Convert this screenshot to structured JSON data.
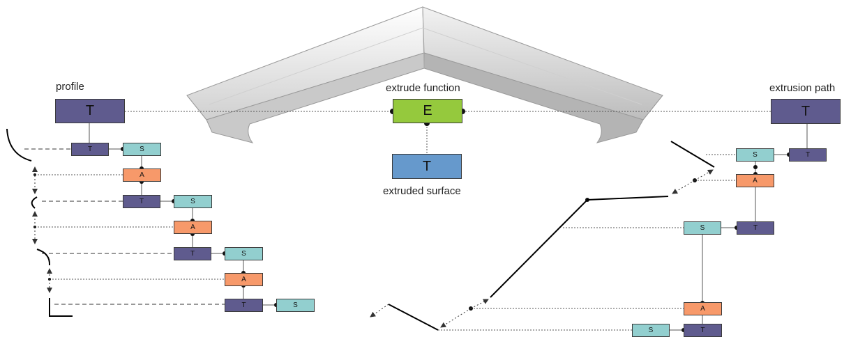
{
  "labels": {
    "profile": "profile",
    "extrude_function": "extrude function",
    "extrusion_path": "extrusion path",
    "extruded_surface": "extruded surface"
  },
  "node_letters": {
    "T": "T",
    "S": "S",
    "A": "A",
    "E": "E"
  },
  "colors": {
    "T": "#5f5b8e",
    "S": "#92cfcf",
    "A": "#f7996a",
    "E": "#95c93d",
    "surface": "#6699cc",
    "line": "#333333"
  }
}
